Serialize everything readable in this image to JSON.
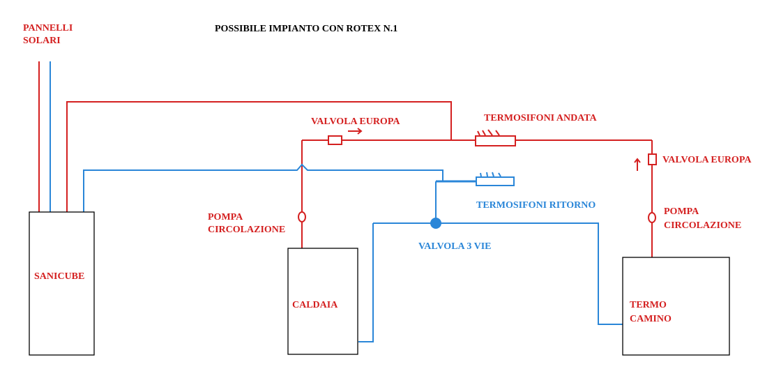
{
  "title": "POSSIBILE IMPIANTO CON ROTEX N.1",
  "labels": {
    "pannelli_1": "PANNELLI",
    "pannelli_2": "SOLARI",
    "sanicube": "SANICUBE",
    "caldaia": "CALDAIA",
    "termo_camino_1": "TERMO",
    "termo_camino_2": "CAMINO",
    "valvola_europa_left": "VALVOLA EUROPA",
    "valvola_europa_right": "VALVOLA EUROPA",
    "termosifoni_andata": "TERMOSIFONI ANDATA",
    "termosifoni_ritorno": "TERMOSIFONI RITORNO",
    "pompa_left_1": "POMPA",
    "pompa_left_2": "CIRCOLAZIONE",
    "pompa_right_1": "POMPA",
    "pompa_right_2": "CIRCOLAZIONE",
    "valvola_3_vie": "VALVOLA 3 VIE"
  },
  "colors": {
    "hot": "#d42020",
    "cold": "#2a86d8"
  }
}
